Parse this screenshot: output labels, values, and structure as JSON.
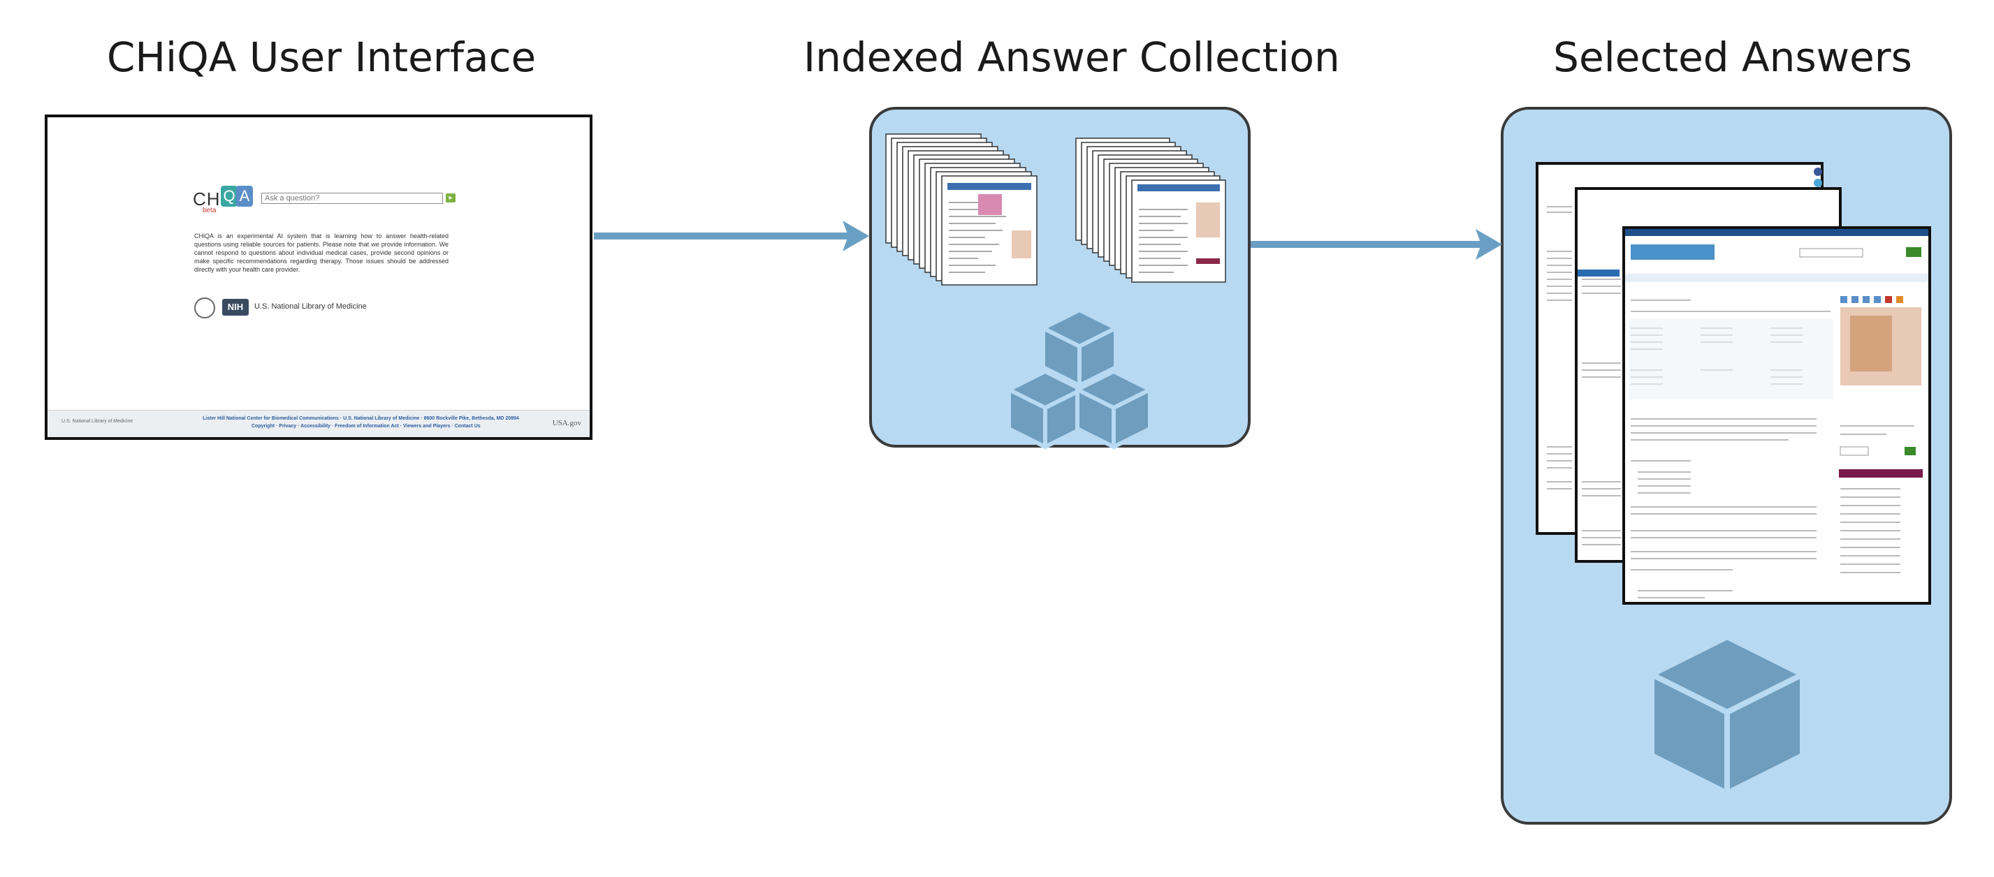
{
  "headings": {
    "ui": "CHiQA User Interface",
    "collection": "Indexed Answer Collection",
    "selected": "Selected Answers"
  },
  "chiqa_ui": {
    "logo_prefix": "CHi",
    "logo_q": "Q",
    "logo_a": "A",
    "logo_beta": "beta",
    "search_placeholder": "Ask a question?",
    "search_button_glyph": "▸",
    "description": "CHiQA is an experimental AI system that is learning how to answer health-related questions using reliable sources for patients. Please note that we provide information. We cannot respond to questions about individual medical cases, provide second opinions or make specific recommendations regarding therapy. Those issues should be addressed directly with your health care provider.",
    "nih_badge": "NIH",
    "nlm_label": "U.S. National Library of Medicine",
    "footer_logos": "U.S. National Library of Medicine",
    "footer_line1": "Lister Hill National Center for Biomedical Communications · U.S. National Library of Medicine · 8600 Rockville Pike, Bethesda, MD 20894",
    "footer_line2": "Copyright · Privacy · Accessibility · Freedom of Information Act · Viewers and Players · Contact Us",
    "footer_usa": "USA.gov"
  },
  "colors": {
    "panel_fill": "#b8d9f2",
    "arrow": "#6a9fc4",
    "cube": "#6e9dbd"
  },
  "icons": {
    "arrow_1": "right-arrow-icon",
    "arrow_2": "right-arrow-icon",
    "cluster": "cube-cluster-icon",
    "single": "cube-icon"
  }
}
